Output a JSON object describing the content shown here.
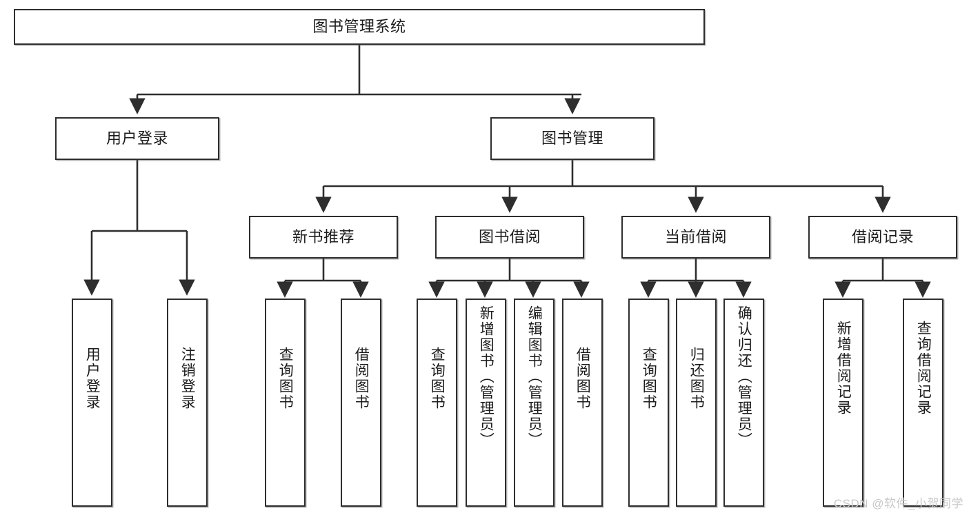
{
  "diagram": {
    "type": "tree-hierarchy-chart",
    "title": "图书管理系统",
    "orientation": "top-down",
    "levels": 4,
    "colors": {
      "box_border": "#2e2e2e",
      "box_fill": "#ffffff",
      "connector": "#2e2e2e",
      "text": "#1c1c1c",
      "watermark": "#c8c8c8",
      "background": "#ffffff"
    }
  },
  "root": {
    "label": "图书管理系统"
  },
  "level2": [
    {
      "id": "user-login",
      "label": "用户登录"
    },
    {
      "id": "book-management",
      "label": "图书管理"
    }
  ],
  "level3": [
    {
      "id": "new-book-recommend",
      "label": "新书推荐",
      "parent": "book-management"
    },
    {
      "id": "book-borrow",
      "label": "图书借阅",
      "parent": "book-management"
    },
    {
      "id": "current-borrow",
      "label": "当前借阅",
      "parent": "book-management"
    },
    {
      "id": "borrow-record",
      "label": "借阅记录",
      "parent": "book-management"
    }
  ],
  "leaves": {
    "user_login": [
      {
        "id": "leaf-user-login",
        "label": "用户登录"
      },
      {
        "id": "leaf-logout-login",
        "label": "注销登录"
      }
    ],
    "new_book_recommend": [
      {
        "id": "leaf-query-book-1",
        "label": "查询图书"
      },
      {
        "id": "leaf-borrow-book-1",
        "label": "借阅图书"
      }
    ],
    "book_borrow": [
      {
        "id": "leaf-query-book-2",
        "label": "查询图书"
      },
      {
        "id": "leaf-add-book",
        "label": "新增图书（管理员）"
      },
      {
        "id": "leaf-edit-book",
        "label": "编辑图书（管理员）"
      },
      {
        "id": "leaf-borrow-book-2",
        "label": "借阅图书"
      }
    ],
    "current_borrow": [
      {
        "id": "leaf-query-book-3",
        "label": "查询图书"
      },
      {
        "id": "leaf-return-book",
        "label": "归还图书"
      },
      {
        "id": "leaf-confirm-return",
        "label": "确认归还（管理员）"
      }
    ],
    "borrow_record": [
      {
        "id": "leaf-add-record",
        "label": "新增借阅记录"
      },
      {
        "id": "leaf-query-record",
        "label": "查询借阅记录"
      }
    ]
  },
  "watermark": {
    "text": "CSDN @软件_小贺同学"
  }
}
